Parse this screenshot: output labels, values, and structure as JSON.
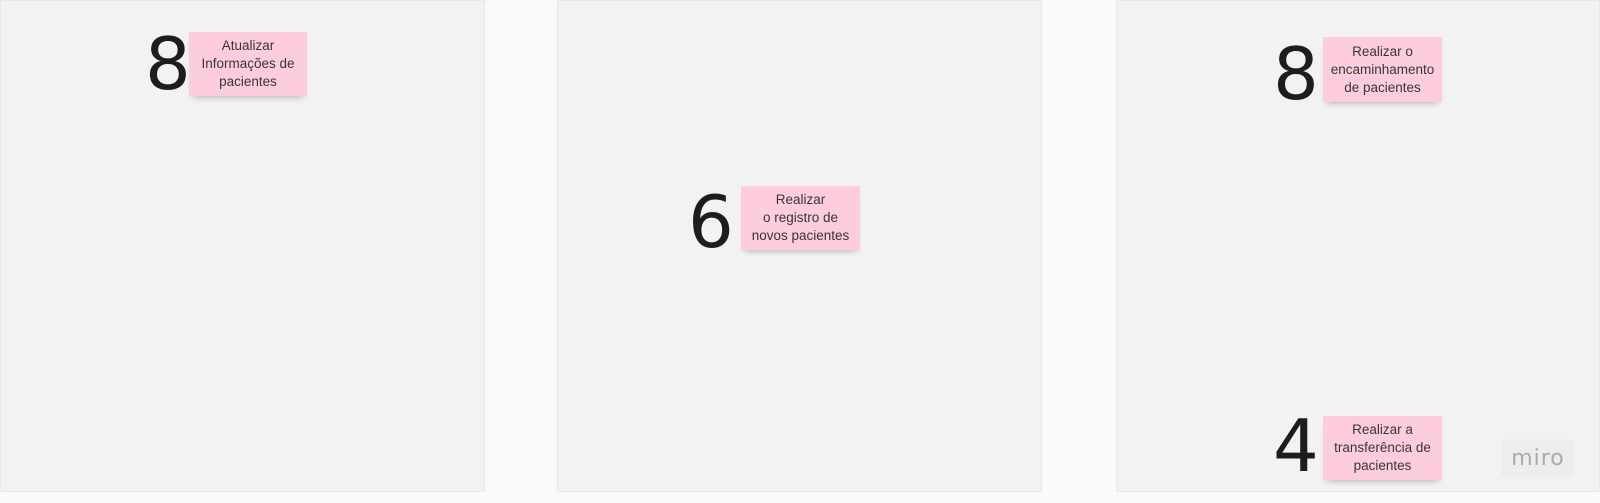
{
  "frames": [
    {
      "number": "8",
      "sticky_lines": [
        "Atualizar",
        "Informações de",
        "pacientes"
      ]
    },
    {
      "number": "6",
      "sticky_lines": [
        "Realizar",
        "o registro de",
        "novos pacientes"
      ]
    },
    {
      "number": "8",
      "sticky_lines": [
        "Realizar o",
        "encaminhamento",
        "de pacientes"
      ]
    },
    {
      "number": "4",
      "sticky_lines": [
        "Realizar a",
        "transferência de",
        "pacientes"
      ]
    }
  ],
  "logo": "miro",
  "colors": {
    "canvas": "#f9fafb",
    "frame": "#f1f2f1",
    "sticky": "#fdcdde"
  }
}
